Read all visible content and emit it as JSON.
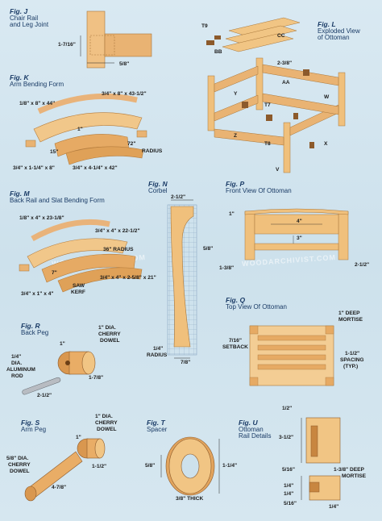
{
  "figures": {
    "j": {
      "num": "Fig. J",
      "title1": "Chair Rail",
      "title2": "and Leg Joint",
      "dims": [
        "1-7/16\"",
        "5/8\""
      ]
    },
    "k": {
      "num": "Fig. K",
      "title1": "Arm Bending Form",
      "dims": [
        "1/8\" x 8\" x 44\"",
        "3/4\" x 8\" x 43-1/2\"",
        "1\"",
        "15\"",
        "72\"",
        "RADIUS",
        "3/4\" x 1-1/4\" x 8\"",
        "3/4\" x 4-1/4\" x 42\""
      ]
    },
    "l": {
      "num": "Fig. L",
      "title1": "Exploded View",
      "title2": "of Ottoman",
      "parts": [
        "T9",
        "CC",
        "BB",
        "2-3/8\"",
        "AA",
        "Y",
        "W",
        "T7",
        "Z",
        "T8",
        "X",
        "V"
      ]
    },
    "m": {
      "num": "Fig. M",
      "title1": "Back Rail and Slat Bending Form",
      "dims": [
        "1/8\" x 4\" x 23-1/8\"",
        "3/4\" x 4\" x 22-1/2\"",
        "36\" RADIUS",
        "7\"",
        "3/4\" x 4\" x 2-5/8\" x 21\"",
        "SAW",
        "KERF",
        "3/4\" x 1\" x 4\""
      ]
    },
    "n": {
      "num": "Fig. N",
      "title1": "Corbel",
      "dims": [
        "2-1/2\"",
        "5/8\"",
        "1/4\"",
        "RADIUS",
        "7/8\""
      ]
    },
    "p": {
      "num": "Fig. P",
      "title1": "Front View Of Ottoman",
      "dims": [
        "1\"",
        "4\"",
        "3\"",
        "1-3/8\"",
        "2-1/2\""
      ]
    },
    "q": {
      "num": "Fig. Q",
      "title1": "Top View Of Ottoman",
      "dims": [
        "1\" DEEP",
        "MORTISE",
        "7/16\"",
        "SETBACK",
        "1-1/2\"",
        "SPACING",
        "(TYP.)"
      ]
    },
    "r": {
      "num": "Fig. R",
      "title1": "Back Peg",
      "dims": [
        "1\" DIA.",
        "CHERRY",
        "DOWEL",
        "1/4\"",
        "DIA.",
        "ALUMINUM",
        "ROD",
        "1\"",
        "1-7/8\"",
        "2-1/2\""
      ]
    },
    "s": {
      "num": "Fig. S",
      "title1": "Arm Peg",
      "dims": [
        "1\" DIA.",
        "CHERRY",
        "DOWEL",
        "1\"",
        "5/8\" DIA.",
        "CHERRY",
        "DOWEL",
        "1-1/2\"",
        "4-7/8\""
      ]
    },
    "t": {
      "num": "Fig. T",
      "title1": "Spacer",
      "dims": [
        "5/8\"",
        "1-1/4\"",
        "3/8\" THICK"
      ]
    },
    "u": {
      "num": "Fig. U",
      "title1": "Ottoman",
      "title2": "Rail Details",
      "dims": [
        "1/2\"",
        "3-1/2\"",
        "5/16\"",
        "1-3/8\" DEEP",
        "MORTISE",
        "1/4\"",
        "1/4\"",
        "5/16\"",
        "1/4\""
      ]
    }
  },
  "watermark": "WOODARCHIVIST.COM",
  "colors": {
    "wood_light": "#f3c78a",
    "wood_mid": "#e8b06a",
    "wood_dark": "#c98a44",
    "label_blue": "#1a3b66",
    "background": "#d3e6ef"
  }
}
